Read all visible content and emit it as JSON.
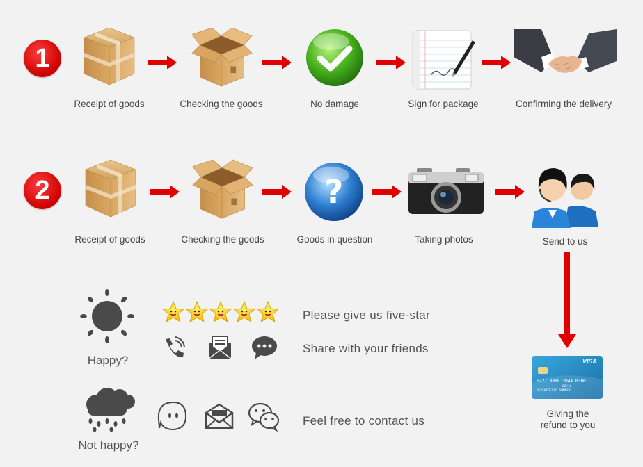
{
  "row1": {
    "badge": "1",
    "steps": [
      {
        "label": "Receipt of goods",
        "icon": "closed-box-icon"
      },
      {
        "label": "Checking the goods",
        "icon": "open-box-icon"
      },
      {
        "label": "No damage",
        "icon": "green-check-icon"
      },
      {
        "label": "Sign for package",
        "icon": "signature-paper-icon"
      },
      {
        "label": "Confirming the delivery",
        "icon": "handshake-icon"
      }
    ]
  },
  "row2": {
    "badge": "2",
    "steps": [
      {
        "label": "Receipt of goods",
        "icon": "closed-box-icon"
      },
      {
        "label": "Checking the goods",
        "icon": "open-box-icon"
      },
      {
        "label": "Goods in question",
        "icon": "question-icon"
      },
      {
        "label": "Taking photos",
        "icon": "camera-icon"
      },
      {
        "label": "Send to us",
        "icon": "support-agents-icon"
      }
    ]
  },
  "refund": {
    "label_line1": "Giving the",
    "label_line2": "refund to you",
    "card": {
      "brand": "VISA",
      "number": "6227 0008 3944 0300",
      "expiry": "02/16",
      "holder": "PSYCHEDELIC GUNNER"
    }
  },
  "happy": {
    "label": "Happy?",
    "line1": "Please give us five-star",
    "line2": "Share with your friends",
    "star_rating": 5
  },
  "not_happy": {
    "label": "Not happy?",
    "line1": "Feel free to contact us"
  },
  "colors": {
    "badge_red": "#d40000",
    "arrow_red": "#e00000",
    "icon_gray": "#4a4a4a",
    "check_green": "#3fa01c",
    "question_blue": "#2a78c8",
    "card_blue": "#2a8fc6"
  }
}
